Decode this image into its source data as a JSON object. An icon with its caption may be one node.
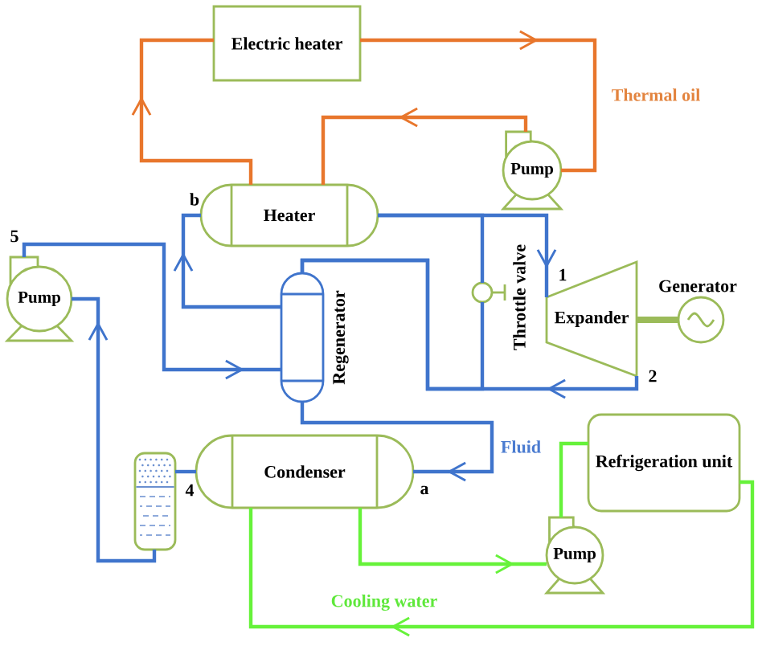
{
  "diagram": {
    "nodes": [
      {
        "text": [
          "Electric heater"
        ]
      },
      {
        "text": [
          "Pump"
        ]
      },
      {
        "text": [
          "Heater"
        ]
      },
      {
        "text": [
          "Pump"
        ]
      },
      {
        "text": [
          "Regenerator"
        ]
      },
      {
        "text": [
          "Throttle valve"
        ]
      },
      {
        "text": [
          "Expander"
        ]
      },
      {
        "text": [
          "Generator"
        ]
      },
      {
        "text": [],
        "shape": "cylinder"
      },
      {
        "text": [
          "Condenser"
        ]
      },
      {
        "text": [
          "Refrigeration unit"
        ]
      },
      {
        "text": [
          "Pump"
        ]
      }
    ],
    "edges": [
      {
        "from": 2,
        "to": 0,
        "arrow": "to",
        "color": "#e8762c"
      },
      {
        "from": 0,
        "to": 1,
        "arrow": "to",
        "color": "#e8762c"
      },
      {
        "from": 1,
        "to": 2,
        "arrow": "to",
        "color": "#e8762c"
      },
      {
        "from": 2,
        "to": 6,
        "arrow": "to"
      },
      {
        "from": 2,
        "to": 5,
        "arrow": "none"
      },
      {
        "from": 5,
        "to": 4,
        "arrow": "none"
      },
      {
        "from": 6,
        "to": 4,
        "arrow": "to"
      },
      {
        "from": 4,
        "to": 2,
        "arrow": "to"
      },
      {
        "from": 3,
        "to": 4,
        "arrow": "to"
      },
      {
        "from": 4,
        "to": 9,
        "arrow": "to"
      },
      {
        "from": 9,
        "to": 8,
        "arrow": "none"
      },
      {
        "from": 8,
        "to": 3,
        "arrow": "to"
      },
      {
        "from": 6,
        "to": 7,
        "arrow": "none",
        "style": "thick",
        "color": "#9bbb59"
      },
      {
        "from": 9,
        "to": 11,
        "arrow": "to",
        "color": "#66f23a"
      },
      {
        "from": 11,
        "to": 10,
        "arrow": "none",
        "color": "#66f23a"
      },
      {
        "from": 10,
        "to": 9,
        "arrow": "to",
        "color": "#66f23a"
      }
    ],
    "labels": [
      "Thermal oil",
      "b",
      "5",
      "1",
      "2",
      "Fluid",
      "4",
      "a",
      "Cooling water"
    ]
  }
}
